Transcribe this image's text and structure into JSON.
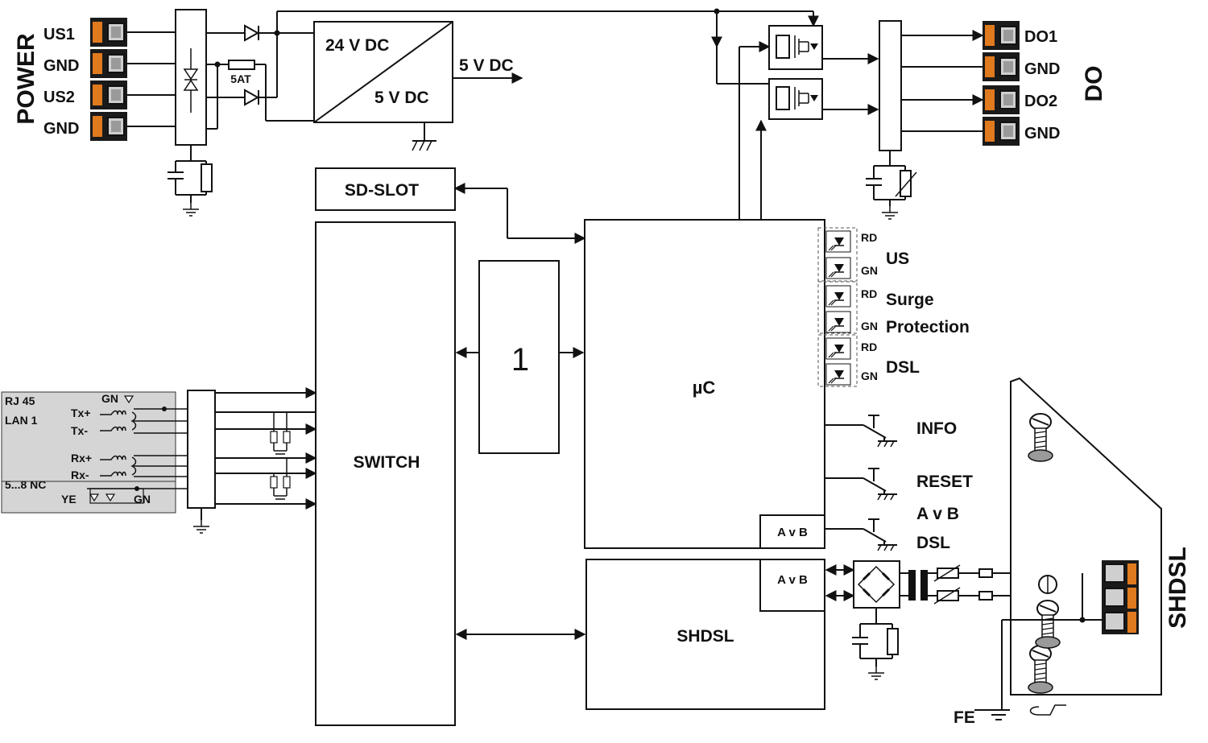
{
  "power": {
    "group_label": "POWER",
    "pins": [
      "US1",
      "GND",
      "US2",
      "GND"
    ],
    "fuse_label": "5AT"
  },
  "converter": {
    "input_label": "24 V DC",
    "output_label": "5 V DC",
    "out_arrow_label": "5 V DC"
  },
  "do": {
    "group_label": "DO",
    "pins": [
      "DO1",
      "GND",
      "DO2",
      "GND"
    ]
  },
  "sd_slot": {
    "label": "SD-SLOT"
  },
  "switch": {
    "label": "SWITCH"
  },
  "block1": {
    "label": "1"
  },
  "uc": {
    "label": "µC",
    "avb_label": "A v B"
  },
  "leds": {
    "rd": "RD",
    "gn": "GN",
    "us": "US",
    "surge1": "Surge",
    "surge2": "Protection",
    "dsl": "DSL"
  },
  "buttons": {
    "info": "INFO",
    "reset": "RESET",
    "avb1": "A v B",
    "avb2": "DSL"
  },
  "shdsl_block": {
    "label": "SHDSL",
    "avb_label": "A v B"
  },
  "shdsl_connector": {
    "label": "SHDSL",
    "fe_label": "FE"
  },
  "rj45": {
    "title1": "RJ 45",
    "title2": "LAN 1",
    "gn": "GN",
    "txp": "Tx+",
    "txm": "Tx-",
    "rxp": "Rx+",
    "rxm": "Rx-",
    "nc": "5...8 NC",
    "ye": "YE",
    "gn2": "GN"
  }
}
